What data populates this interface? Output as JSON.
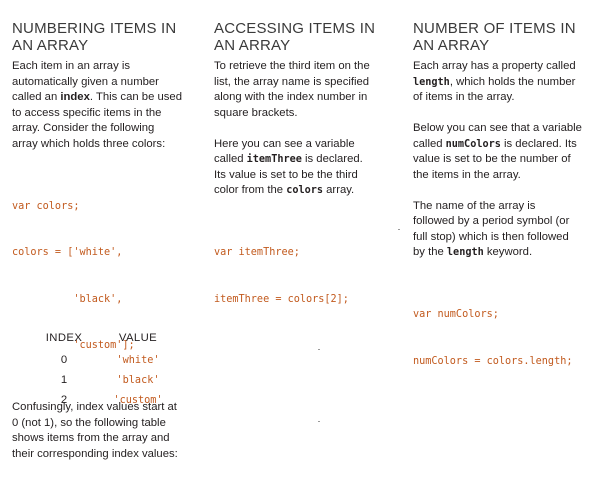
{
  "col1": {
    "heading": [
      "NUMBERING ITEMS IN",
      "AN ARRAY"
    ],
    "para1": {
      "l1": "Each item in an array is",
      "l2": "automatically given a number",
      "l3a": "called an ",
      "l3b": "index",
      "l3c": ". This can be used",
      "l4": "to access specific items in the",
      "l5": "array. Consider the following",
      "l6": "array which holds three colors:"
    },
    "code": [
      "var colors;",
      "colors = ['white',",
      "          'black',",
      "          'custom'];"
    ],
    "para2": {
      "l1": "Confusingly, index values start at",
      "l2": "0 (not 1), so the following table",
      "l3": "shows items from the array and",
      "l4": "their corresponding index values:"
    },
    "table": {
      "headers": [
        "INDEX",
        "VALUE"
      ],
      "rows": [
        {
          "index": "0",
          "value": "'white'"
        },
        {
          "index": "1",
          "value": "'black'"
        },
        {
          "index": "2",
          "value": "'custom'"
        }
      ]
    }
  },
  "col2": {
    "heading": [
      "ACCESSING ITEMS IN",
      "AN ARRAY"
    ],
    "para1": {
      "l1": "To retrieve the third item on the",
      "l2": "list, the array name is specified",
      "l3": "along with the index number in",
      "l4": "square brackets."
    },
    "para2": {
      "l1": "Here you can see a variable",
      "l2a": "called ",
      "l2b": "itemThree",
      "l2c": " is declared.",
      "l3": "Its value is set to be the third",
      "l4a": "color from the ",
      "l4b": "colors",
      "l4c": " array."
    },
    "code": [
      "var itemThree;",
      "itemThree = colors[2];"
    ]
  },
  "col3": {
    "heading": [
      "NUMBER OF ITEMS IN",
      "AN ARRAY"
    ],
    "para1": {
      "l1": "Each array has a property called",
      "l2a": "length",
      "l2b": ", which holds the number",
      "l3": "of items in the array."
    },
    "para2": {
      "l1": "Below you can see that a variable",
      "l2a": "called ",
      "l2b": "numColors",
      "l2c": " is declared. Its",
      "l3": "value is set to be the number of",
      "l4": "the items in the array."
    },
    "para3": {
      "l1": "The name of the array is",
      "l2": "followed by a period symbol (or",
      "l3": "full stop) which is then followed",
      "l4a": "by the ",
      "l4b": "length",
      "l4c": " keyword."
    },
    "code": [
      "var numColors;",
      "numColors = colors.length;"
    ]
  }
}
